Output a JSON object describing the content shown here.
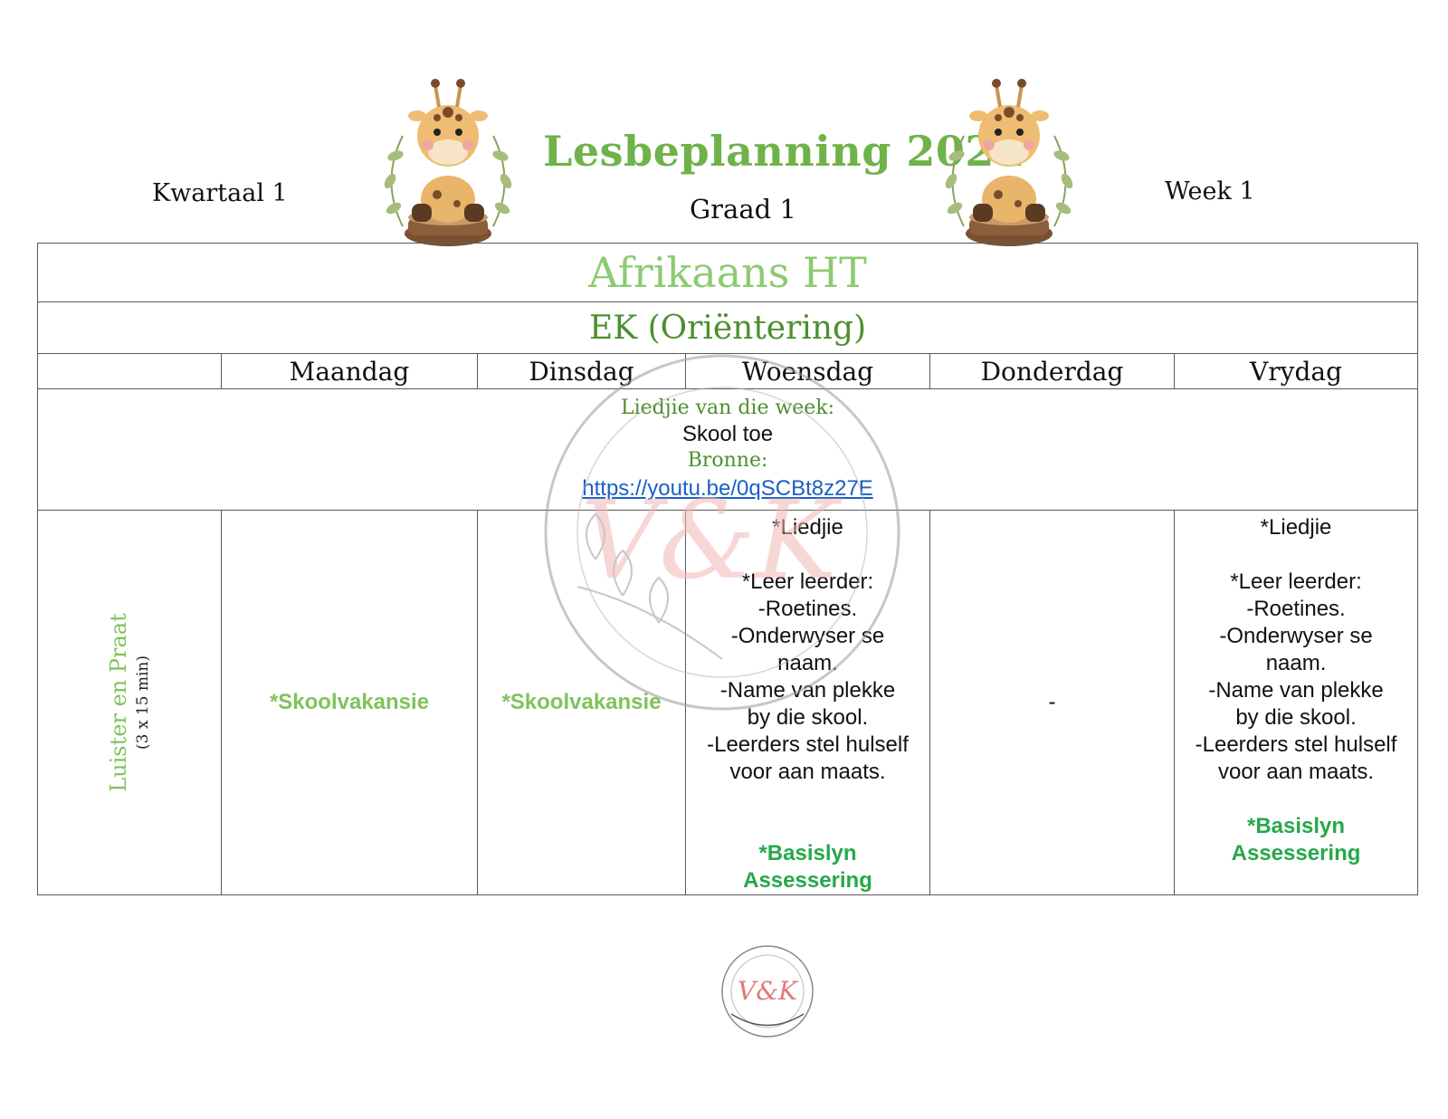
{
  "header": {
    "title": "Lesbeplanning 2024",
    "term": "Kwartaal 1",
    "grade": "Graad 1",
    "week": "Week 1"
  },
  "table": {
    "subject": "Afrikaans HT",
    "phase": "EK (Oriëntering)",
    "days": [
      "Maandag",
      "Dinsdag",
      "Woensdag",
      "Donderdag",
      "Vrydag"
    ],
    "song": {
      "label": "Liedjie van die week:",
      "title": "Skool toe",
      "resources_label": "Bronne:",
      "link": "https://youtu.be/0qSCBt8z27E"
    },
    "listening": {
      "label": "Luister en Praat",
      "duration": "(3 x 15 min)",
      "monday": "*Skoolvakansie",
      "tuesday": "*Skoolvakansie",
      "wednesday": {
        "lines": [
          "*Liedjie",
          "",
          "*Leer leerder:",
          "-Roetines.",
          "-Onderwyser se",
          "naam.",
          "-Name van plekke",
          "by die skool.",
          "-Leerders stel hulself",
          "voor aan maats."
        ],
        "assessment": [
          "*Basislyn",
          "Assessering"
        ]
      },
      "thursday": "-",
      "friday": {
        "lines": [
          "*Liedjie",
          "",
          "*Leer leerder:",
          "-Roetines.",
          "-Onderwyser se",
          "naam.",
          "-Name van plekke",
          "by die skool.",
          "-Leerders stel hulself",
          "voor aan maats."
        ],
        "assessment": [
          "*Basislyn",
          "Assessering"
        ]
      }
    }
  },
  "colors": {
    "title_green": "#6fb24a",
    "subject_green": "#8dca73",
    "phase_green": "#4d8f2f",
    "holiday_green": "#7fc35a",
    "assessment_green": "#27a84a",
    "link_blue": "#1a5fc4"
  }
}
